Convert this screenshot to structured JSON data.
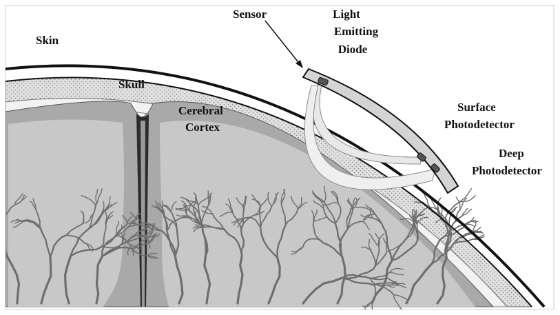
{
  "labels": {
    "sensor": "Sensor",
    "led_line1": "Light",
    "led_line2": "Emitting",
    "led_line3": "Diode",
    "skin": "Skin",
    "skull": "Skull",
    "cortex_line1": "Cerebral",
    "cortex_line2": "Cortex",
    "surface_line1": "Surface",
    "surface_line2": "Photodetector",
    "deep_line1": "Deep",
    "deep_line2": "Photodetector"
  },
  "colors": {
    "skin_line": "#111111",
    "skull_fill": "#dcdcdc",
    "skull_dots": "#8a8a8a",
    "gray_matter": "#a9a9a9",
    "white_matter": "#c8c8c8",
    "vessels": "#6e6e6e",
    "fissure": "#2b2b2b",
    "sensor_body": "#d4d4d4",
    "light_path": "#e8e8e8"
  }
}
